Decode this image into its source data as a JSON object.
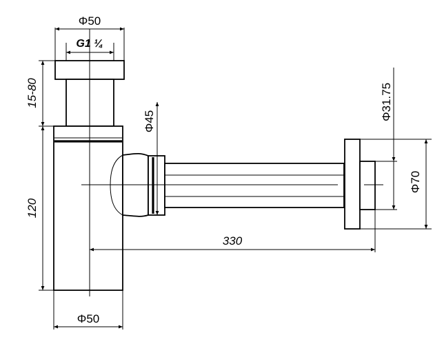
{
  "labels": {
    "top_diameter": "Φ50",
    "thread": "G1 ¼",
    "height_adjust": "15-80",
    "body_height": "120",
    "bottom_diameter": "Φ50",
    "pipe_diameter": "Φ45",
    "wall_pipe_diameter": "Φ31.75",
    "flange_diameter": "Φ70",
    "horizontal_length": "330"
  },
  "colors": {
    "line": "#000000",
    "background": "#ffffff"
  }
}
